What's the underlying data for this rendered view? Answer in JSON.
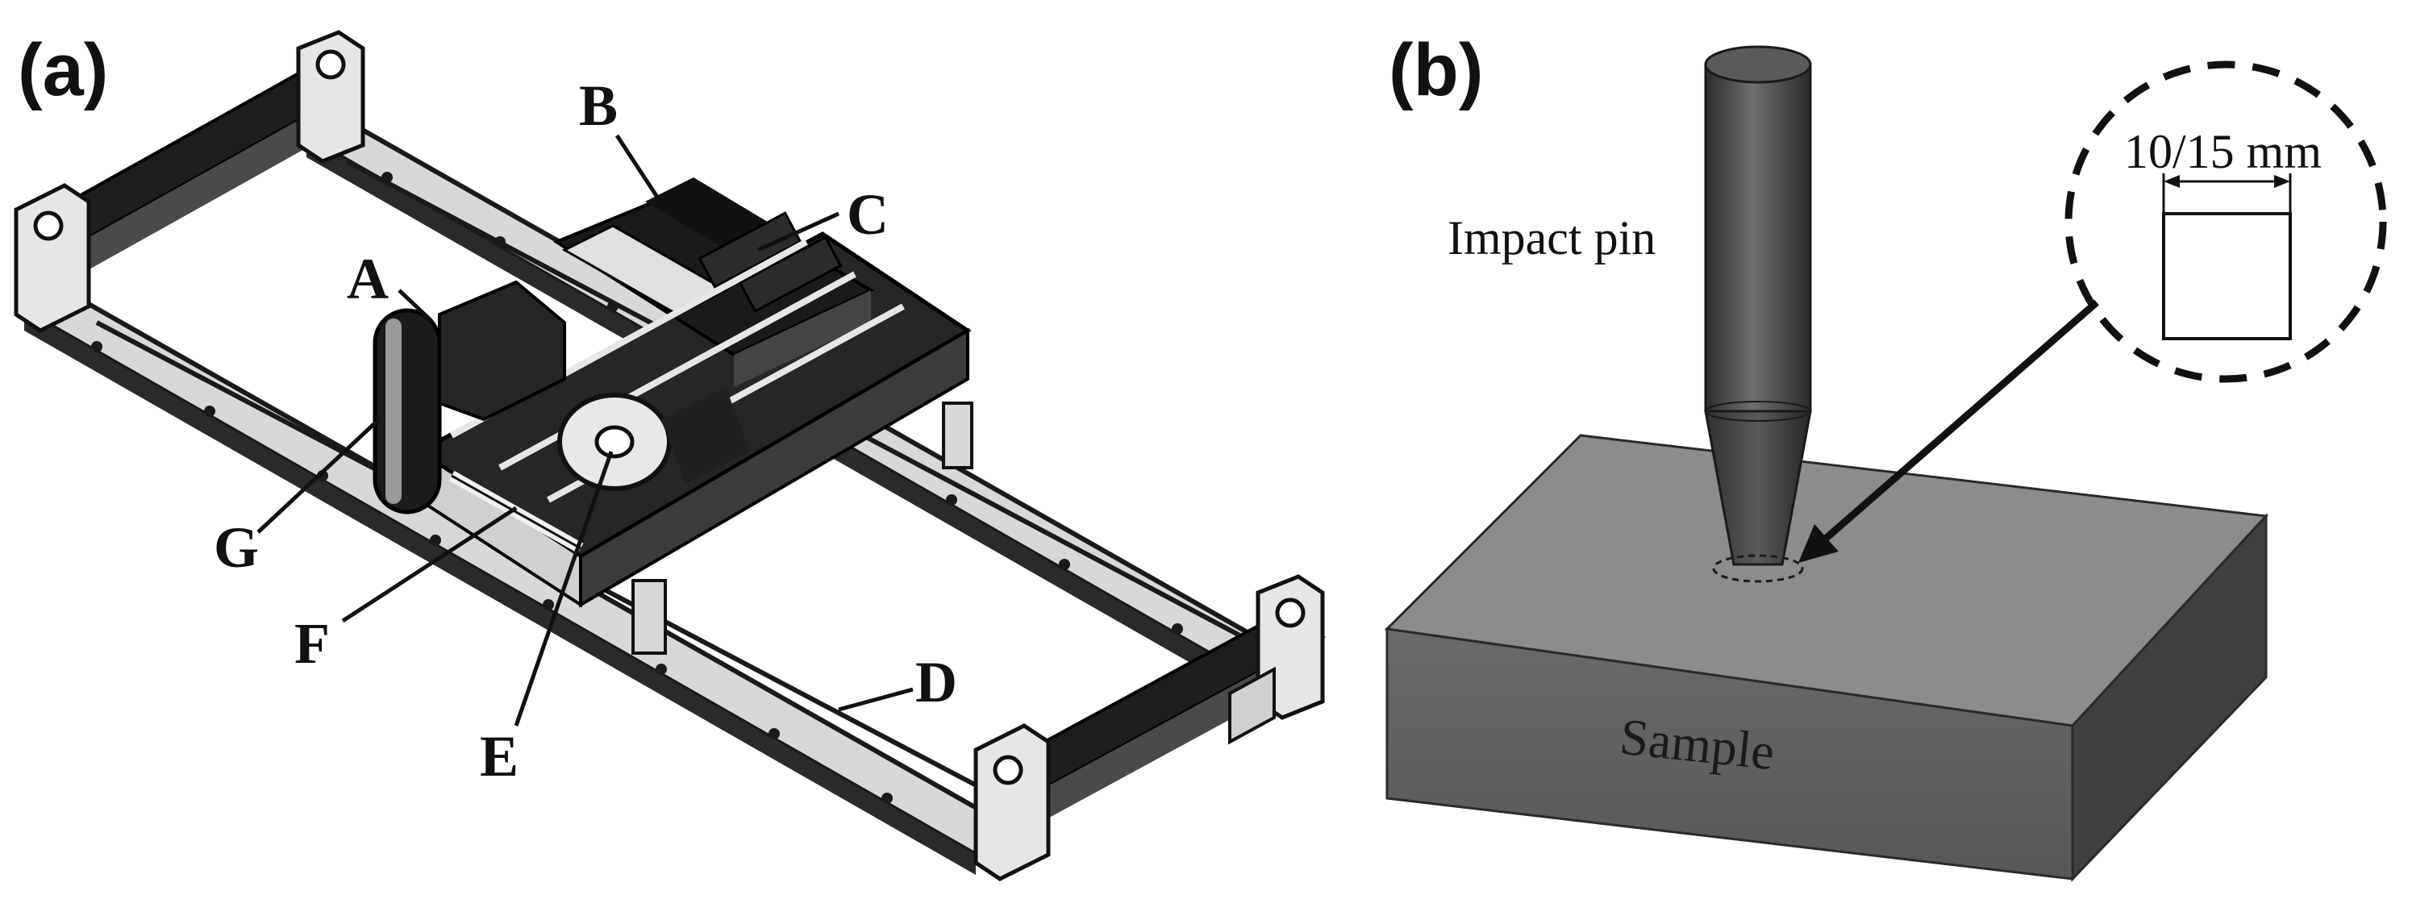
{
  "panel_a": {
    "tag": "(a)",
    "labels": {
      "A": "A",
      "B": "B",
      "C": "C",
      "D": "D",
      "E": "E",
      "F": "F",
      "G": "G"
    }
  },
  "panel_b": {
    "tag": "(b)",
    "impact_pin_label": "Impact pin",
    "sample_label": "Sample",
    "detail_dimension": "10/15 mm"
  },
  "colors": {
    "frame_dark": "#1c1c1c",
    "frame_mid": "#3a3a3a",
    "frame_light": "#d9d9d9",
    "block_top": "#8c8c8c",
    "block_front": "#5e5e5e",
    "block_side": "#3f3f3f",
    "pin_dark": "#3d3d3d",
    "pin_light": "#6e6e6e"
  }
}
